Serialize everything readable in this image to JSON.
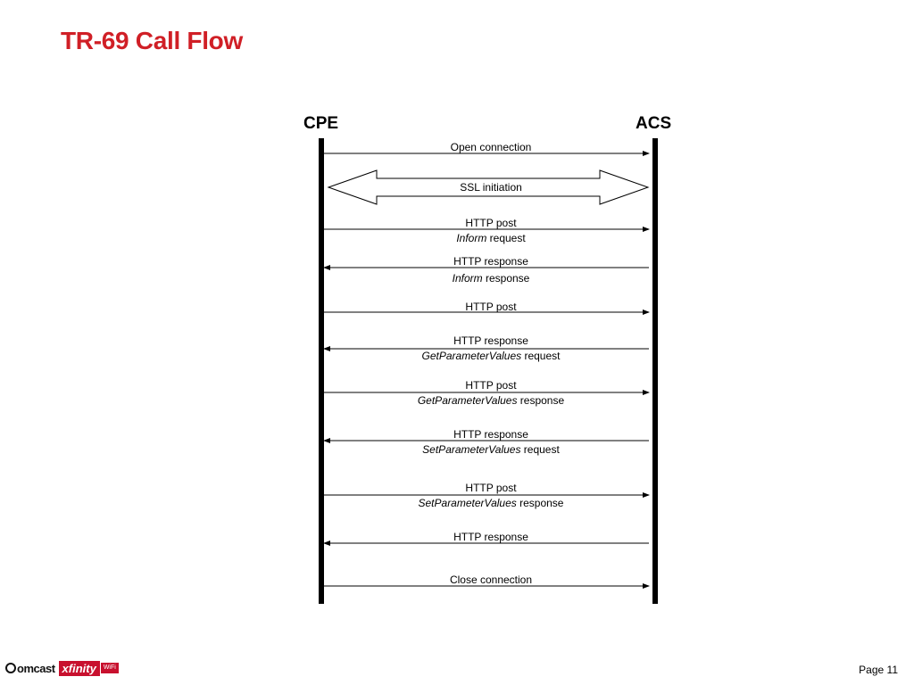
{
  "slide": {
    "title": "TR-69 Call Flow",
    "title_color": "#d01f26",
    "page_label": "Page 11"
  },
  "lanes": {
    "left": "CPE",
    "right": "ACS"
  },
  "messages": [
    {
      "dir": "right",
      "kind": "arrow",
      "label": "Open connection",
      "sub_em": "",
      "sub_rest": ""
    },
    {
      "dir": "both",
      "kind": "block",
      "label": "SSL initiation",
      "sub_em": "",
      "sub_rest": ""
    },
    {
      "dir": "right",
      "kind": "arrow",
      "label": "HTTP post",
      "sub_em": "Inform",
      "sub_rest": " request"
    },
    {
      "dir": "left",
      "kind": "arrow",
      "label": "HTTP response",
      "sub_em": "Inform",
      "sub_rest": " response"
    },
    {
      "dir": "right",
      "kind": "arrow",
      "label": "HTTP post",
      "sub_em": "",
      "sub_rest": ""
    },
    {
      "dir": "left",
      "kind": "arrow",
      "label": "HTTP response",
      "sub_em": "GetParameterValues",
      "sub_rest": " request"
    },
    {
      "dir": "right",
      "kind": "arrow",
      "label": "HTTP post",
      "sub_em": "GetParameterValues",
      "sub_rest": " response"
    },
    {
      "dir": "left",
      "kind": "arrow",
      "label": "HTTP response",
      "sub_em": "SetParameterValues",
      "sub_rest": " request"
    },
    {
      "dir": "right",
      "kind": "arrow",
      "label": "HTTP post",
      "sub_em": "SetParameterValues",
      "sub_rest": " response"
    },
    {
      "dir": "left",
      "kind": "arrow",
      "label": "HTTP response",
      "sub_em": "",
      "sub_rest": ""
    },
    {
      "dir": "right",
      "kind": "arrow",
      "label": "Close connection",
      "sub_em": "",
      "sub_rest": ""
    }
  ],
  "footer": {
    "logo_comcast": "omcast",
    "logo_xfinity": "xfinity",
    "logo_wifi": "WiFi"
  }
}
